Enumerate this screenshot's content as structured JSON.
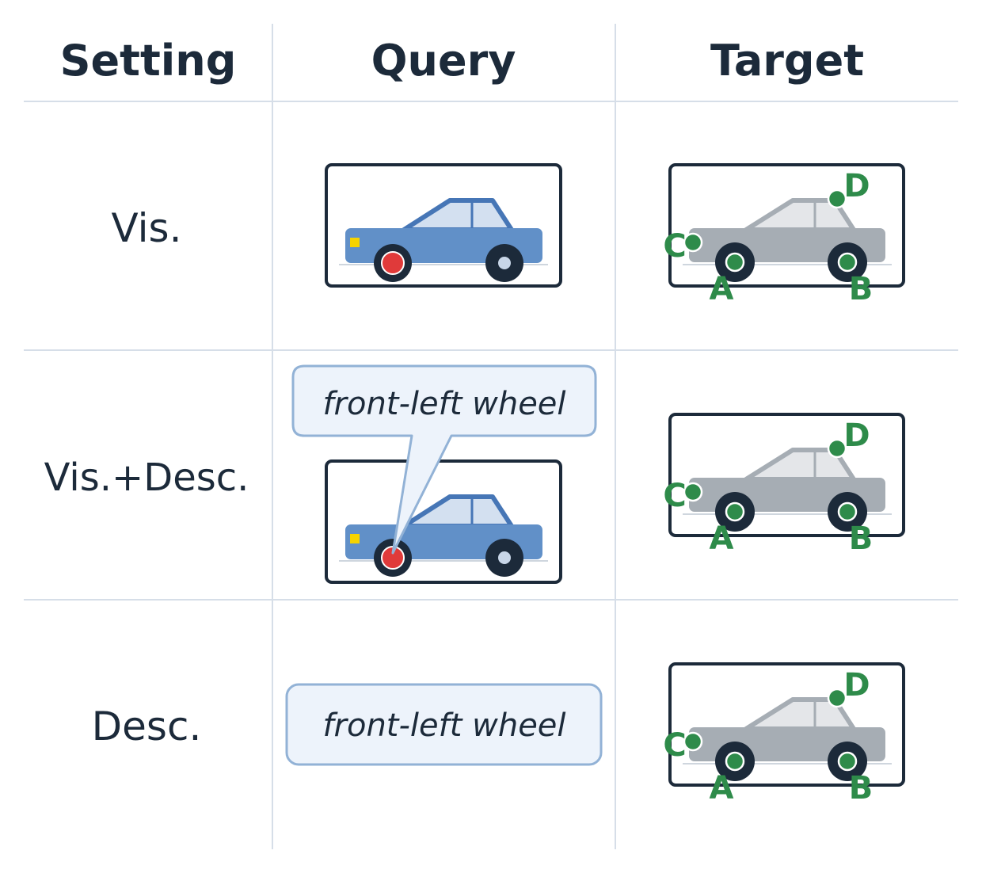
{
  "headers": [
    "Setting",
    "Query",
    "Target"
  ],
  "rows": [
    {
      "setting": "Vis.",
      "query_text": ""
    },
    {
      "setting": "Vis.+Desc.",
      "query_text": "front-left wheel"
    },
    {
      "setting": "Desc.",
      "query_text": "front-left wheel"
    }
  ],
  "keypoint_labels": [
    "A",
    "B",
    "C",
    "D"
  ],
  "colors": {
    "text": "#1c2a3a",
    "grid": "#d6dee8",
    "query_car_body": "#6190c8",
    "query_car_outline": "#4676b6",
    "query_window": "#d3e0f0",
    "highlight_wheel": "#e03a3a",
    "wheel": "#1c2a3a",
    "target_car_body": "#a6adb4",
    "target_window": "#e4e6e9",
    "keypoint": "#2e8b4a",
    "bubble_fill": "#edf3fb",
    "bubble_stroke": "#92b2d6",
    "headlight": "#f5d300"
  }
}
